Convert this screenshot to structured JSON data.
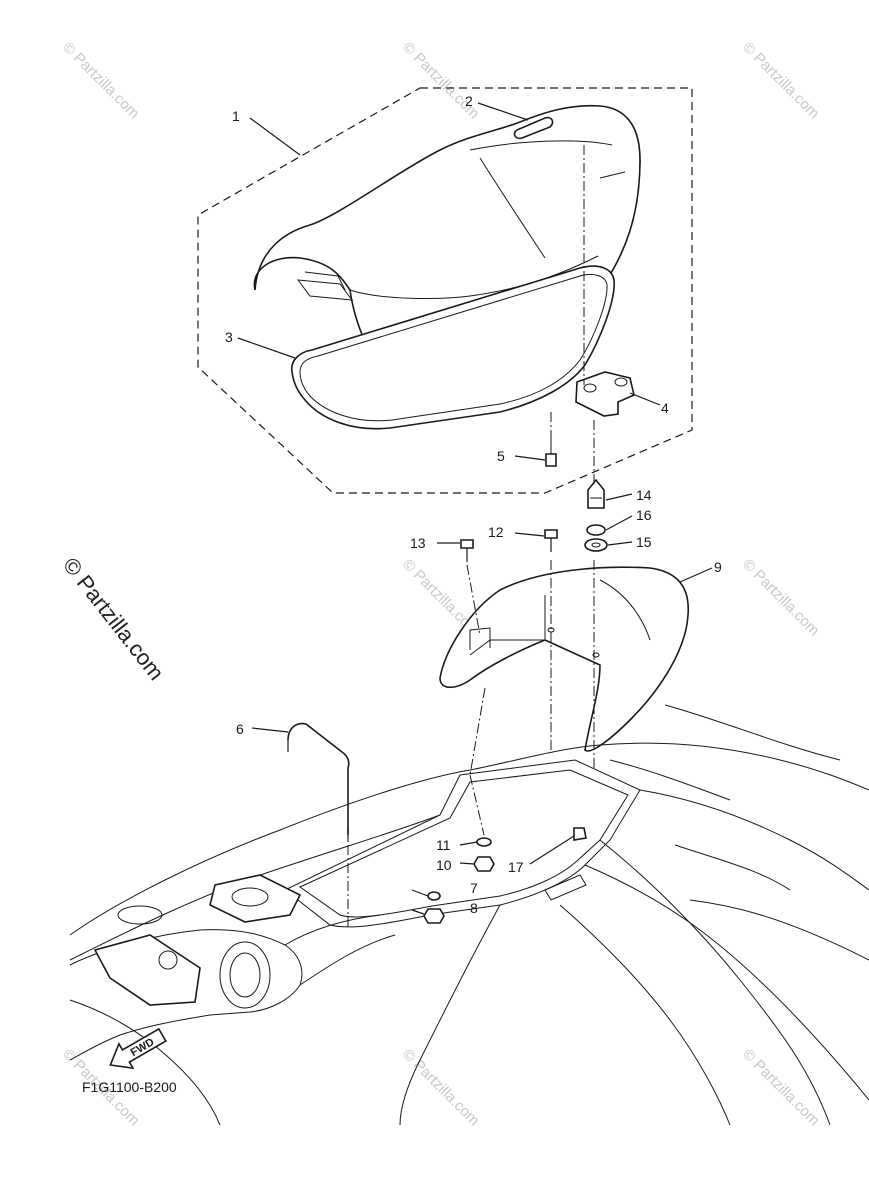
{
  "diagram": {
    "code": "F1G1100-B200",
    "fwd_label": "FWD",
    "callouts": [
      "1",
      "2",
      "3",
      "4",
      "5",
      "6",
      "7",
      "8",
      "9",
      "10",
      "11",
      "12",
      "13",
      "14",
      "15",
      "16",
      "17"
    ]
  },
  "watermark": {
    "main_text": "© Partzilla.com",
    "tile_text": "© Partzilla.com",
    "color": "#c8c8c8"
  }
}
